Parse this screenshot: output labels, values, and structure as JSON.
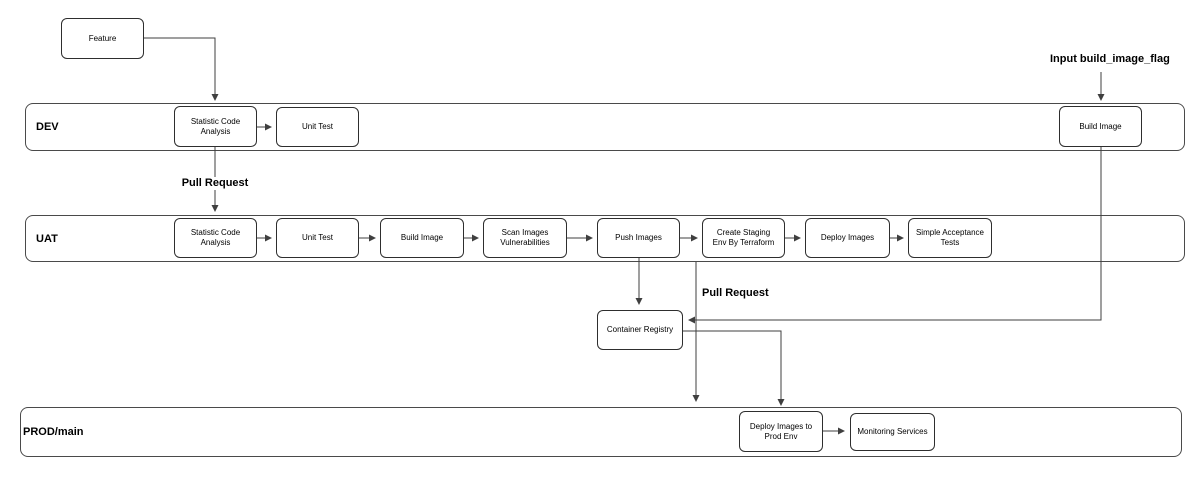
{
  "lanes": [
    {
      "id": "dev",
      "label": "DEV"
    },
    {
      "id": "uat",
      "label": "UAT"
    },
    {
      "id": "prod",
      "label": "PROD/main"
    }
  ],
  "nodes": {
    "feature": {
      "label": "Feature",
      "lane": null
    },
    "dev_sca": {
      "label": "Statistic Code Analysis",
      "lane": "DEV"
    },
    "dev_unit_test": {
      "label": "Unit Test",
      "lane": "DEV"
    },
    "dev_build_image": {
      "label": "Build Image",
      "lane": "DEV"
    },
    "uat_sca": {
      "label": "Statistic Code Analysis",
      "lane": "UAT"
    },
    "uat_unit_test": {
      "label": "Unit Test",
      "lane": "UAT"
    },
    "uat_build_image": {
      "label": "Build Image",
      "lane": "UAT"
    },
    "uat_scan_images": {
      "label": "Scan Images Vulnerabilities",
      "lane": "UAT"
    },
    "uat_push_images": {
      "label": "Push Images",
      "lane": "UAT"
    },
    "uat_create_staging": {
      "label": "Create Staging Env By Terraform",
      "lane": "UAT"
    },
    "uat_deploy_images": {
      "label": "Deploy Images",
      "lane": "UAT"
    },
    "uat_acceptance": {
      "label": "Simple Acceptance Tests",
      "lane": "UAT"
    },
    "container_registry": {
      "label": "Container Registry",
      "lane": null
    },
    "prod_deploy": {
      "label": "Deploy Images to Prod Env",
      "lane": "PROD/main"
    },
    "monitoring": {
      "label": "Monitoring Services",
      "lane": "PROD/main"
    }
  },
  "edge_labels": {
    "pull_request_dev_to_uat": "Pull Request",
    "pull_request_uat_to_prod": "Pull Request",
    "input_build_image_flag": "Input build_image_flag"
  },
  "edges": [
    {
      "from": "feature",
      "to": "dev_sca",
      "label": ""
    },
    {
      "from": "dev_sca",
      "to": "dev_unit_test",
      "label": ""
    },
    {
      "from": "dev_sca",
      "to": "uat_sca",
      "label": "Pull Request"
    },
    {
      "from": "input_build_image_flag",
      "to": "dev_build_image",
      "label": ""
    },
    {
      "from": "dev_build_image",
      "to": "container_registry",
      "label": ""
    },
    {
      "from": "uat_sca",
      "to": "uat_unit_test",
      "label": ""
    },
    {
      "from": "uat_unit_test",
      "to": "uat_build_image",
      "label": ""
    },
    {
      "from": "uat_build_image",
      "to": "uat_scan_images",
      "label": ""
    },
    {
      "from": "uat_scan_images",
      "to": "uat_push_images",
      "label": ""
    },
    {
      "from": "uat_push_images",
      "to": "uat_create_staging",
      "label": ""
    },
    {
      "from": "uat_create_staging",
      "to": "uat_deploy_images",
      "label": ""
    },
    {
      "from": "uat_deploy_images",
      "to": "uat_acceptance",
      "label": ""
    },
    {
      "from": "uat_push_images",
      "to": "container_registry",
      "label": ""
    },
    {
      "from": "uat_lane",
      "to": "prod_lane",
      "label": "Pull Request"
    },
    {
      "from": "container_registry",
      "to": "prod_deploy",
      "label": ""
    },
    {
      "from": "prod_deploy",
      "to": "monitoring",
      "label": ""
    }
  ],
  "colors": {
    "background": "#ffffff",
    "stroke": "#3f3f3f",
    "node_border": "#2e2e2e",
    "text": "#000000"
  }
}
